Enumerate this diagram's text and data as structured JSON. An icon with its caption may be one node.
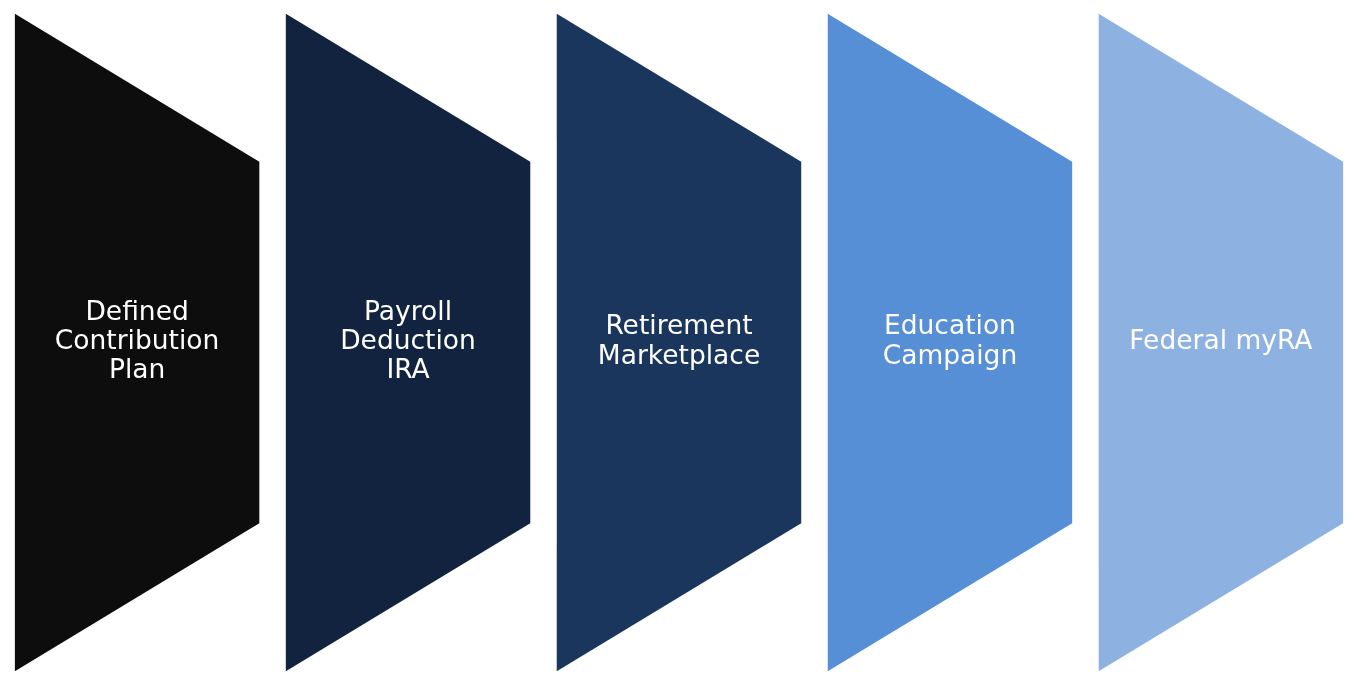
{
  "diagram": {
    "nodes": [
      {
        "text": [
          "Defined Contribution Plan"
        ]
      },
      {
        "text": [
          "Payroll Deduction IRA"
        ]
      },
      {
        "text": [
          "Retirement Marketplace"
        ]
      },
      {
        "text": [
          "Education Campaign"
        ]
      },
      {
        "text": [
          "Federal myRA"
        ]
      }
    ]
  }
}
